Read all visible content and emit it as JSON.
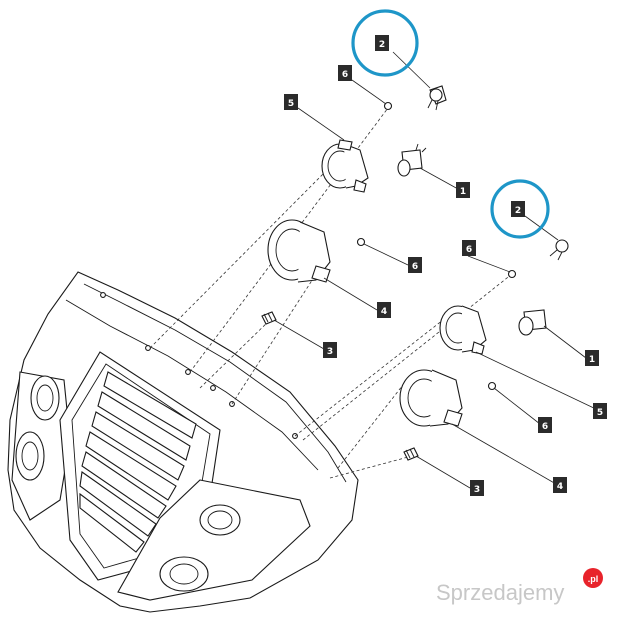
{
  "callouts": [
    {
      "id": "c2a",
      "label": "2",
      "highlight": true
    },
    {
      "id": "c6a",
      "label": "6"
    },
    {
      "id": "c5a",
      "label": "5"
    },
    {
      "id": "c1a",
      "label": "1"
    },
    {
      "id": "c2b",
      "label": "2",
      "highlight": true
    },
    {
      "id": "c6b",
      "label": "6"
    },
    {
      "id": "c6c",
      "label": "6"
    },
    {
      "id": "c4a",
      "label": "4"
    },
    {
      "id": "c3a",
      "label": "3"
    },
    {
      "id": "c1b",
      "label": "1"
    },
    {
      "id": "c5b",
      "label": "5"
    },
    {
      "id": "c6d",
      "label": "6"
    },
    {
      "id": "c3b",
      "label": "3"
    },
    {
      "id": "c4b",
      "label": "4"
    }
  ],
  "colors": {
    "highlight_ring": "#1e96c8",
    "callout_fill": "#2b2b2b",
    "line": "#1a1a1a",
    "watermark": "#c7c7c7",
    "watermark_dot": "#e8232b"
  },
  "watermark": {
    "text": "Sprzedajemy",
    "suffix": ".pl"
  }
}
